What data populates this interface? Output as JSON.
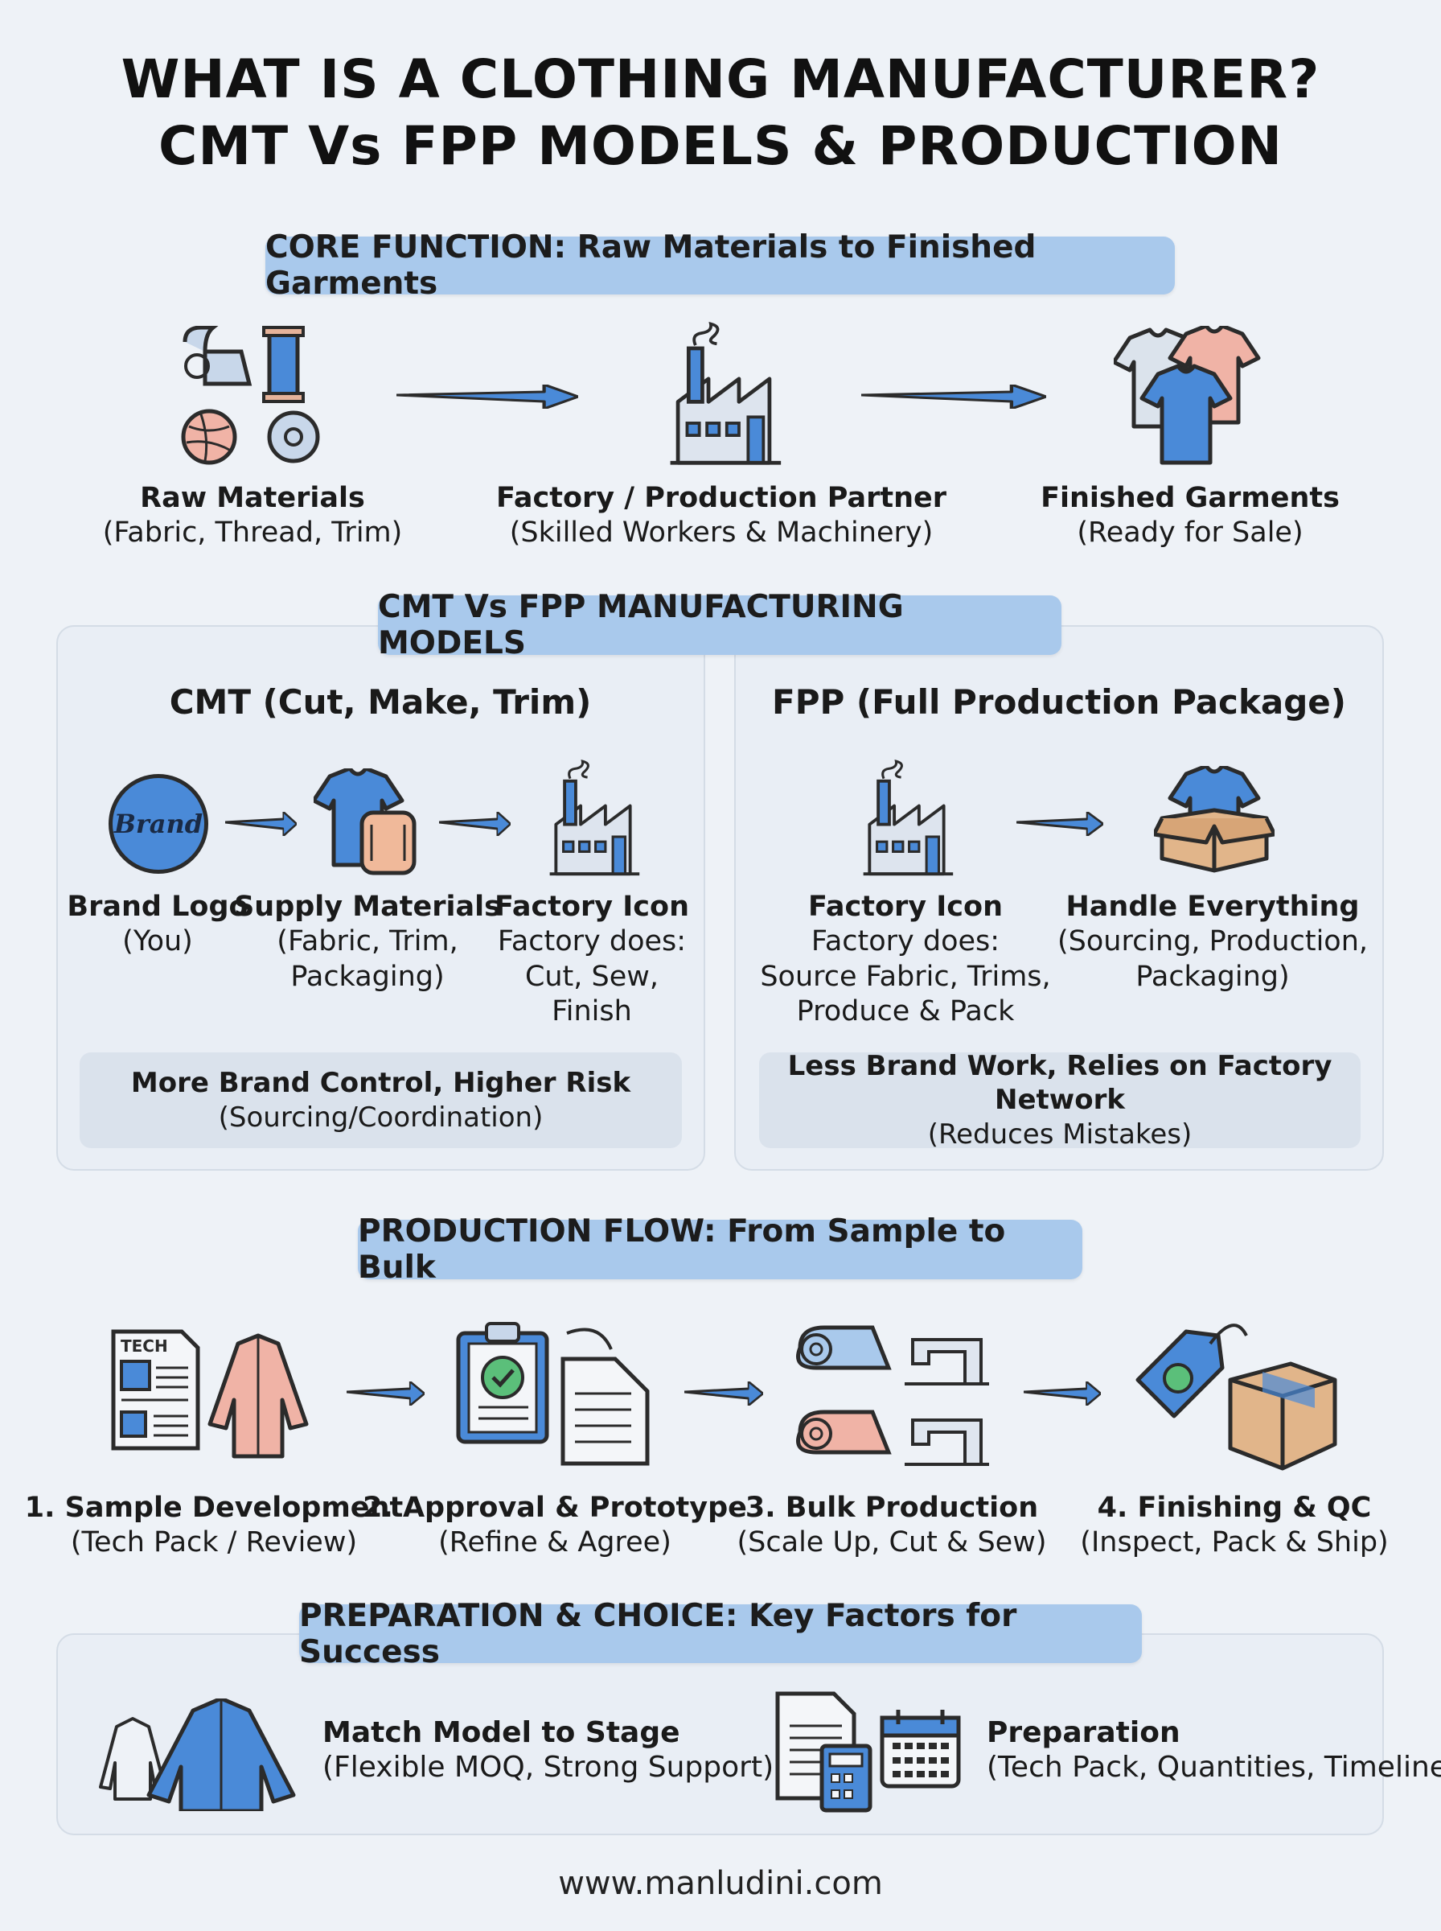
{
  "title": {
    "line1": "WHAT IS A CLOTHING MANUFACTURER?",
    "line2": "CMT Vs FPP MODELS & PRODUCTION"
  },
  "core": {
    "banner": "CORE FUNCTION: Raw Materials to Finished Garments",
    "steps": [
      {
        "title": "Raw Materials",
        "sub": "(Fabric, Thread, Trim)",
        "icon": "raw-materials-icon"
      },
      {
        "title": "Factory / Production Partner",
        "sub": "(Skilled Workers & Machinery)",
        "icon": "factory-icon"
      },
      {
        "title": "Finished Garments",
        "sub": "(Ready for Sale)",
        "icon": "tshirts-icon"
      }
    ]
  },
  "models": {
    "banner": "CMT Vs FPP MANUFACTURING MODELS",
    "cmt": {
      "heading": "CMT (Cut, Make, Trim)",
      "brand_logo_text": "Brand",
      "steps": [
        {
          "title": "Brand Logo",
          "lines": [
            "(You)"
          ]
        },
        {
          "title": "Supply Materials",
          "lines": [
            "(Fabric, Trim,",
            "Packaging)"
          ]
        },
        {
          "title": "Factory Icon",
          "lines": [
            "Factory does:",
            "Cut, Sew,",
            "Finish"
          ]
        }
      ],
      "note_title": "More Brand Control, Higher Risk",
      "note_sub": "(Sourcing/Coordination)"
    },
    "fpp": {
      "heading": "FPP (Full Production Package)",
      "steps": [
        {
          "title": "Factory Icon",
          "lines": [
            "Factory does:",
            "Source Fabric, Trims,",
            "Produce & Pack"
          ]
        },
        {
          "title": "Handle Everything",
          "lines": [
            "(Sourcing, Production,",
            "Packaging)"
          ]
        }
      ],
      "note_title": "Less Brand Work, Relies on Factory Network",
      "note_sub": "(Reduces Mistakes)"
    }
  },
  "flow": {
    "banner": "PRODUCTION FLOW: From Sample to Bulk",
    "tech_label": "TECH",
    "steps": [
      {
        "title": "1. Sample Development",
        "sub": "(Tech Pack / Review)"
      },
      {
        "title": "2. Approval & Prototype",
        "sub": "(Refine & Agree)"
      },
      {
        "title": "3. Bulk Production",
        "sub": "(Scale Up, Cut & Sew)"
      },
      {
        "title": "4. Finishing & QC",
        "sub": "(Inspect, Pack & Ship)"
      }
    ]
  },
  "prep": {
    "banner": "PREPARATION & CHOICE: Key Factors for Success",
    "items": [
      {
        "title": "Match Model to Stage",
        "sub": "(Flexible MOQ, Strong Support)"
      },
      {
        "title": "Preparation",
        "sub": "(Tech Pack, Quantities, Timeline)"
      }
    ]
  },
  "footer": "www.manludini.com",
  "colors": {
    "background": "#eef2f7",
    "banner": "#a9c9ec",
    "accent_blue": "#4a8ad8",
    "accent_pink": "#f0b3a6",
    "outline": "#2b2b2b"
  }
}
